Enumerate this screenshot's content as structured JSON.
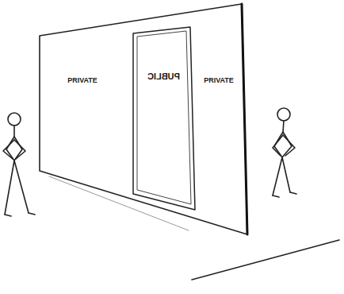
{
  "diagram": {
    "nodes": [
      {
        "text": [
          "PRIVATE",
          "PRIVATE"
        ]
      },
      {
        "text": [
          "PUBLIC"
        ],
        "in": 0
      }
    ]
  }
}
